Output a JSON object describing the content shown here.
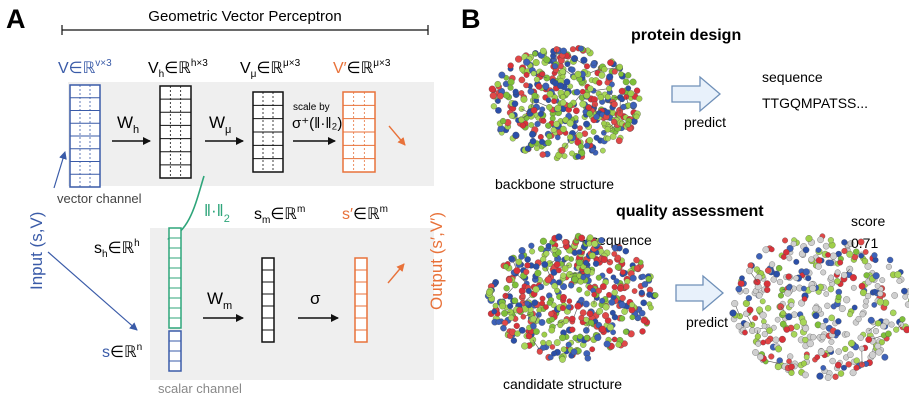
{
  "panel_a": {
    "label": "A",
    "title": "Geometric Vector Perceptron",
    "v_in": {
      "base": "V",
      "sup": "v×3"
    },
    "v_h": {
      "base": "V",
      "sub": "h",
      "sup": "h×3"
    },
    "v_mu": {
      "base": "V",
      "sub": "μ",
      "sup": "μ×3"
    },
    "v_out": {
      "base": "V′",
      "sup": "μ×3"
    },
    "w_h": {
      "base": "W",
      "sub": "h"
    },
    "w_mu": {
      "base": "W",
      "sub": "μ"
    },
    "w_m": {
      "base": "W",
      "sub": "m"
    },
    "scale_by": "scale by",
    "scale_fn": "σ⁺(‖·‖₂)",
    "norm": "‖·‖",
    "norm_sub": "2",
    "vector_channel": "vector channel",
    "scalar_channel": "scalar channel",
    "s_m": {
      "base": "s",
      "sub": "m",
      "sup": "m"
    },
    "s_out": {
      "base": "s′",
      "sup": "m"
    },
    "s_h": {
      "base": "s",
      "sub": "h",
      "sup": "h"
    },
    "s_in": {
      "base": "s",
      "sup": "n"
    },
    "sigma": "σ",
    "input_label": "Input (s,V)",
    "output_label": "Output (s′,V′)",
    "in_symbol": "∈",
    "reals": "ℝ",
    "colors": {
      "blue": "#3a5ba8",
      "orange": "#e8723a",
      "green": "#2ea57a",
      "panel": "#efefef"
    }
  },
  "panel_b": {
    "label": "B",
    "protein_design": "protein design",
    "sequence_label": "sequence",
    "sequence_value": "TTGQMPATSS...",
    "predict_1": "predict",
    "backbone_structure": "backbone structure",
    "quality_assessment": "quality assessment",
    "plus_sequence": "+ sequence",
    "score_label": "score",
    "score_value": "0.71",
    "predict_2": "predict",
    "candidate_structure": "candidate structure"
  }
}
